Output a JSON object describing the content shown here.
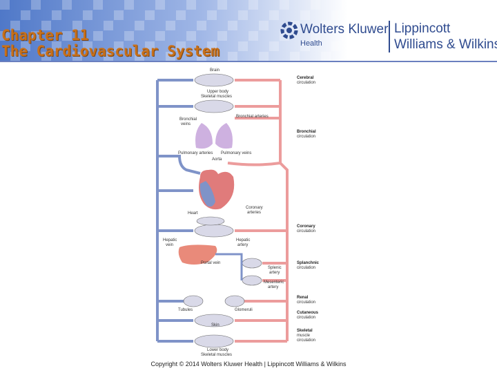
{
  "slide": {
    "title_line1": "Chapter 11",
    "title_line2": "The Cardiovascular System",
    "footer": "Copyright © 2014 Wolters Kluwer Health | Lippincott Williams & Wilkins"
  },
  "logo": {
    "brand": "Wolters Kluwer",
    "sub": "Health",
    "line1": "Lippincott",
    "line2": "Williams & Wilkins"
  },
  "diagram": {
    "labels": {
      "brain": "Brain",
      "upper_body_1": "Upper body",
      "upper_body_2": "Skeletal muscles",
      "bronchial_veins_1": "Bronchial",
      "bronchial_veins_2": "veins",
      "bronchial_arteries": "Bronchial arteries",
      "pulmonary_arteries": "Pulmonary arteries",
      "pulmonary_veins": "Pulmonary veins",
      "aorta": "Aorta",
      "heart": "Heart",
      "coronary_arteries_1": "Coronary",
      "coronary_arteries_2": "arteries",
      "hepatic_vein_1": "Hepatic",
      "hepatic_vein_2": "vein",
      "hepatic_artery_1": "Hepatic",
      "hepatic_artery_2": "artery",
      "portal_vein": "Portal vein",
      "splenic_artery_1": "Splenic",
      "splenic_artery_2": "artery",
      "mesenteric_artery_1": "Mesenteric",
      "mesenteric_artery_2": "artery",
      "tubules": "Tubules",
      "glomeruli": "Glomeruli",
      "skin": "Skin",
      "lower_body_1": "Lower body",
      "lower_body_2": "Skeletal muscles"
    },
    "circulations": [
      {
        "title": "Cerebral",
        "sub": "circulation"
      },
      {
        "title": "Bronchial",
        "sub": "circulation"
      },
      {
        "title": "Coronary",
        "sub": "circulation"
      },
      {
        "title": "Splanchnic",
        "sub": "circulation"
      },
      {
        "title": "Renal",
        "sub": "circulation"
      },
      {
        "title": "Cutaneous",
        "sub": "circulation"
      },
      {
        "title": "Skeletal",
        "sub": "muscle",
        "sub2": "circulation"
      }
    ],
    "colors": {
      "vein": "#7f93c8",
      "artery": "#ec9c9c",
      "lung": "#c9a8dd",
      "liver": "#e98a7a",
      "banner_start": "#4f78c8",
      "title_color": "#c8701a"
    }
  }
}
